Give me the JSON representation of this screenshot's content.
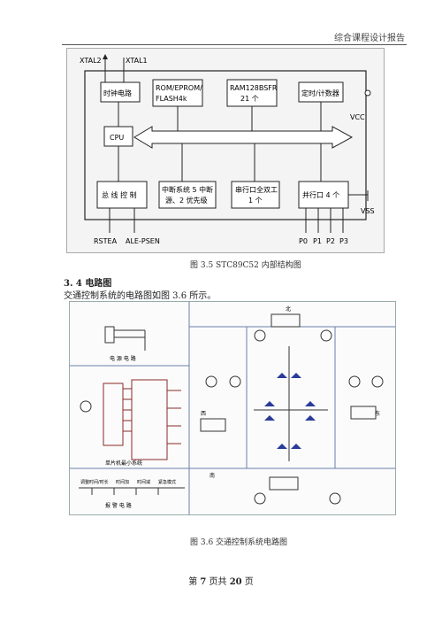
{
  "header": {
    "title": "综合课程设计报告"
  },
  "figure1": {
    "labels": {
      "xtal2": "XTAL2",
      "xtal1": "XTAL1",
      "clock": "时钟电路",
      "rom": "ROM/EPROM/",
      "flash": "FLASH4k",
      "ram": "RAM128BSFR",
      "ram_count": "21 个",
      "timer": "定时/计数器",
      "cpu": "CPU",
      "bus_ctrl": "总 线 控 制",
      "interrupt1": "中断系统 5 中断",
      "interrupt2": "源、2 优先级",
      "serial1": "串行口全双工",
      "serial2": "1 个",
      "parallel": "并行口 4 个",
      "vcc": "VCC",
      "vss": "VSS",
      "rstea": "RSTEA",
      "ale": "ALE-PSEN",
      "p0": "P0",
      "p1": "P1",
      "p2": "P2",
      "p3": "P3"
    },
    "caption": "图 3.5 STC89C52 内部结构图"
  },
  "section": {
    "heading": "3. 4 电路图",
    "text": "交通控制系统的电路图如图 3.6 所示。"
  },
  "figure2": {
    "labels": {
      "north": "北",
      "south": "南",
      "west": "西",
      "east": "东",
      "power": "电 源 电 路",
      "mcu": "单片机最小系统",
      "alarm": "报 警 电 路",
      "btn1": "调整时间/时长",
      "btn2": "时间加",
      "btn3": "时间减",
      "btn4": "紧急模式"
    },
    "caption": "图 3.6 交通控制系统电路图"
  },
  "footer": {
    "prefix": "第 ",
    "page": "7",
    "middle": " 页共 ",
    "total": "20",
    "suffix": " 页"
  }
}
